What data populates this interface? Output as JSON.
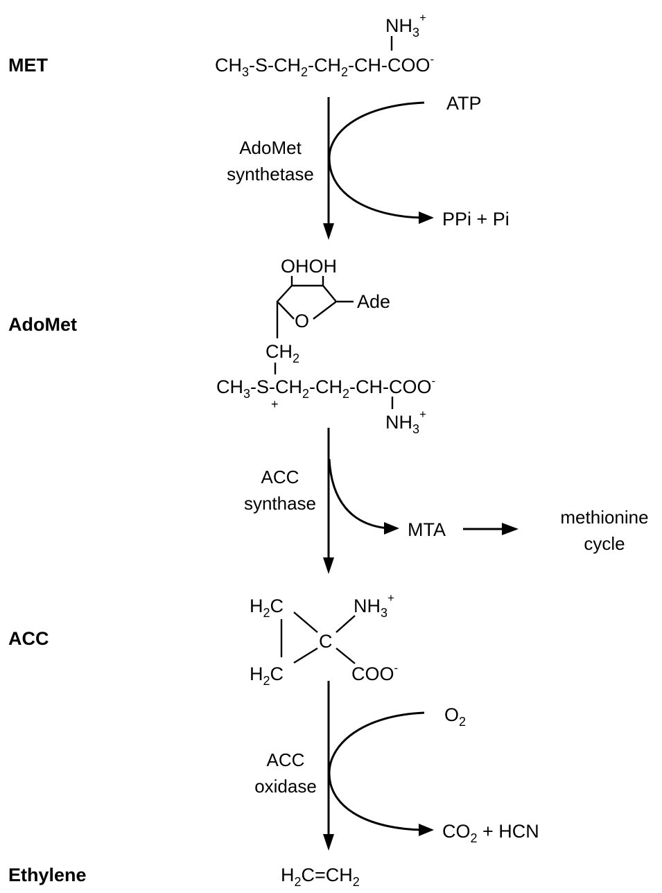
{
  "labels": {
    "met": "MET",
    "adomet": "AdoMet",
    "acc": "ACC",
    "ethylene": "Ethylene"
  },
  "enzymes": {
    "step1": [
      "AdoMet",
      "synthetase"
    ],
    "step2": [
      "ACC",
      "synthase"
    ],
    "step3": [
      "ACC",
      "oxidase"
    ]
  },
  "cosubstrates": {
    "step1_in": "ATP",
    "step1_out": "PPi + Pi",
    "step2_out": "MTA",
    "step2_dest": [
      "methionine",
      "cycle"
    ],
    "step3_in": "O2",
    "step3_out": "CO2 + HCN"
  },
  "structures": {
    "met": "CH3-S-CH2-CH2-CH(NH3+)-COO-",
    "adomet_ring": [
      "OH",
      "OH",
      "Ade",
      "O"
    ],
    "adomet_chain": "CH3-S+(CH2)-CH2-CH2-CH(NH3+)-COO-",
    "acc": "cyclopropane: H2C, H2C, C, NH3+, COO-",
    "ethylene": "H2C=CH2"
  },
  "colors": {
    "ink": "#000000",
    "background": "#ffffff"
  }
}
